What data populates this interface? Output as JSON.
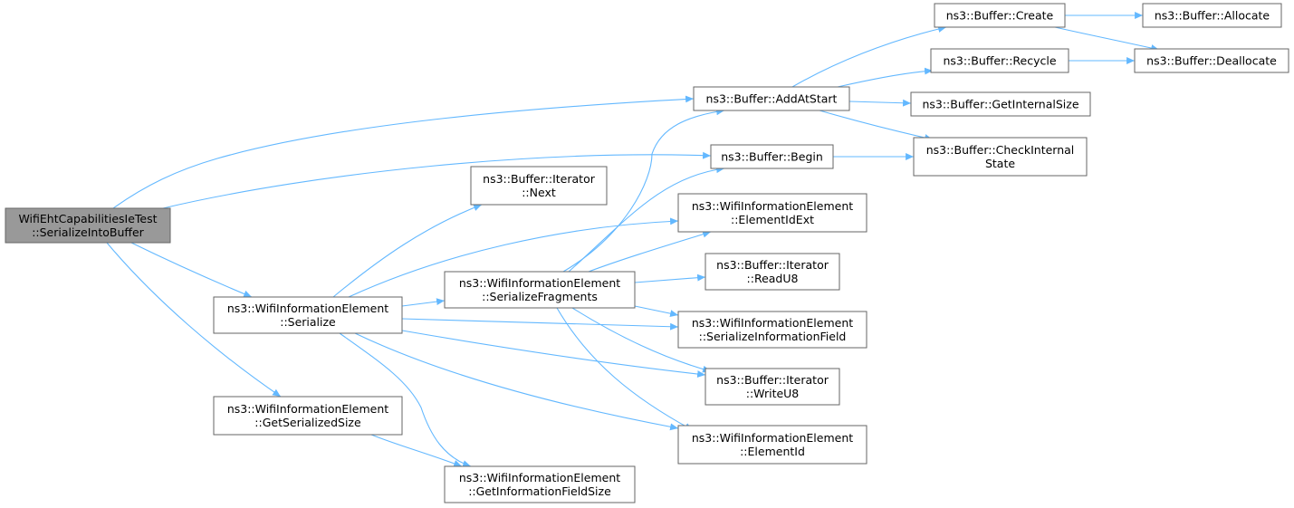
{
  "diagram": {
    "nodes": [
      {
        "id": "root",
        "lines": [
          "WifiEhtCapabilitiesIeTest",
          "::SerializeIntoBuffer"
        ]
      },
      {
        "id": "serialize",
        "lines": [
          "ns3::WifiInformationElement",
          "::Serialize"
        ]
      },
      {
        "id": "getSerializedSize",
        "lines": [
          "ns3::WifiInformationElement",
          "::GetSerializedSize"
        ]
      },
      {
        "id": "iterNext",
        "lines": [
          "ns3::Buffer::Iterator",
          "::Next"
        ]
      },
      {
        "id": "serializeFragments",
        "lines": [
          "ns3::WifiInformationElement",
          "::SerializeFragments"
        ]
      },
      {
        "id": "getInfoFieldSize",
        "lines": [
          "ns3::WifiInformationElement",
          "::GetInformationFieldSize"
        ]
      },
      {
        "id": "addAtStart",
        "lines": [
          "ns3::Buffer::AddAtStart"
        ]
      },
      {
        "id": "begin",
        "lines": [
          "ns3::Buffer::Begin"
        ]
      },
      {
        "id": "elementIdExt",
        "lines": [
          "ns3::WifiInformationElement",
          "::ElementIdExt"
        ]
      },
      {
        "id": "readU8",
        "lines": [
          "ns3::Buffer::Iterator",
          "::ReadU8"
        ]
      },
      {
        "id": "serializeInfoField",
        "lines": [
          "ns3::WifiInformationElement",
          "::SerializeInformationField"
        ]
      },
      {
        "id": "writeU8",
        "lines": [
          "ns3::Buffer::Iterator",
          "::WriteU8"
        ]
      },
      {
        "id": "elementId",
        "lines": [
          "ns3::WifiInformationElement",
          "::ElementId"
        ]
      },
      {
        "id": "create",
        "lines": [
          "ns3::Buffer::Create"
        ]
      },
      {
        "id": "recycle",
        "lines": [
          "ns3::Buffer::Recycle"
        ]
      },
      {
        "id": "getInternalSize",
        "lines": [
          "ns3::Buffer::GetInternalSize"
        ]
      },
      {
        "id": "checkInternalState",
        "lines": [
          "ns3::Buffer::CheckInternal",
          "State"
        ]
      },
      {
        "id": "allocate",
        "lines": [
          "ns3::Buffer::Allocate"
        ]
      },
      {
        "id": "deallocate",
        "lines": [
          "ns3::Buffer::Deallocate"
        ]
      }
    ],
    "edges": [
      [
        "root",
        "addAtStart"
      ],
      [
        "root",
        "begin"
      ],
      [
        "root",
        "serialize"
      ],
      [
        "root",
        "getSerializedSize"
      ],
      [
        "serialize",
        "iterNext"
      ],
      [
        "serialize",
        "elementIdExt"
      ],
      [
        "serialize",
        "serializeFragments"
      ],
      [
        "serialize",
        "serializeInfoField"
      ],
      [
        "serialize",
        "writeU8"
      ],
      [
        "serialize",
        "elementId"
      ],
      [
        "serialize",
        "getInfoFieldSize"
      ],
      [
        "getSerializedSize",
        "getInfoFieldSize"
      ],
      [
        "serializeFragments",
        "addAtStart"
      ],
      [
        "serializeFragments",
        "begin"
      ],
      [
        "serializeFragments",
        "elementIdExt"
      ],
      [
        "serializeFragments",
        "readU8"
      ],
      [
        "serializeFragments",
        "serializeInfoField"
      ],
      [
        "serializeFragments",
        "writeU8"
      ],
      [
        "serializeFragments",
        "elementId"
      ],
      [
        "addAtStart",
        "create"
      ],
      [
        "addAtStart",
        "recycle"
      ],
      [
        "addAtStart",
        "getInternalSize"
      ],
      [
        "addAtStart",
        "checkInternalState"
      ],
      [
        "begin",
        "checkInternalState"
      ],
      [
        "create",
        "allocate"
      ],
      [
        "create",
        "deallocate"
      ],
      [
        "recycle",
        "deallocate"
      ]
    ]
  }
}
